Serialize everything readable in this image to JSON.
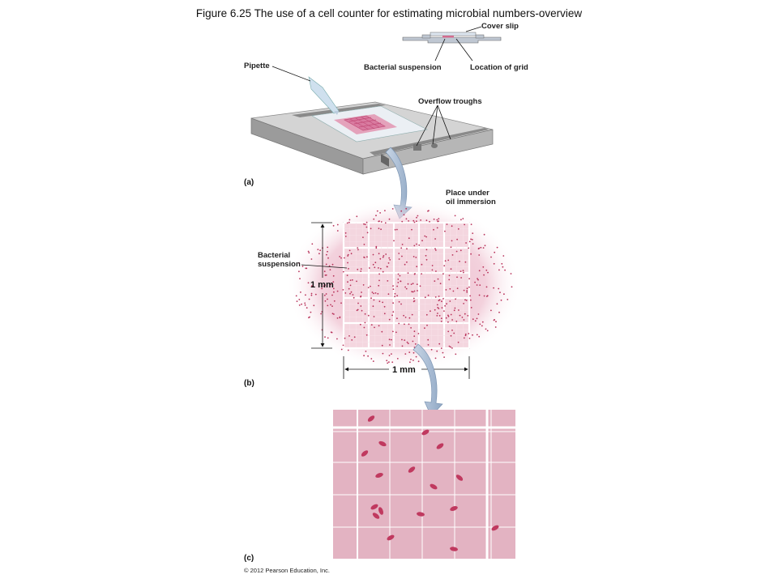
{
  "title": "Figure 6.25  The use of a cell counter for estimating microbial numbers-overview",
  "labels": {
    "cover_slip": "Cover slip",
    "bacterial_suspension_top": "Bacterial suspension",
    "location_of_grid": "Location of grid",
    "pipette": "Pipette",
    "overflow_troughs": "Overflow troughs",
    "place_under_1": "Place under",
    "place_under_2": "oil immersion",
    "bacterial_1": "Bacterial",
    "bacterial_2": "suspension",
    "one_mm_vertical": "1 mm",
    "one_mm_horizontal": "1 mm"
  },
  "panels": {
    "a": "(a)",
    "b": "(b)",
    "c": "(c)"
  },
  "copyright": "© 2012 Pearson Education, Inc.",
  "colors": {
    "pink_fill": "#e6b3c3",
    "grid_pink": "#e8b9c7",
    "cell": "#c0395f",
    "slide_top": "#d7d7d7",
    "slide_side": "#a9a9a9",
    "arrow_blue": "#a9bfd8"
  }
}
